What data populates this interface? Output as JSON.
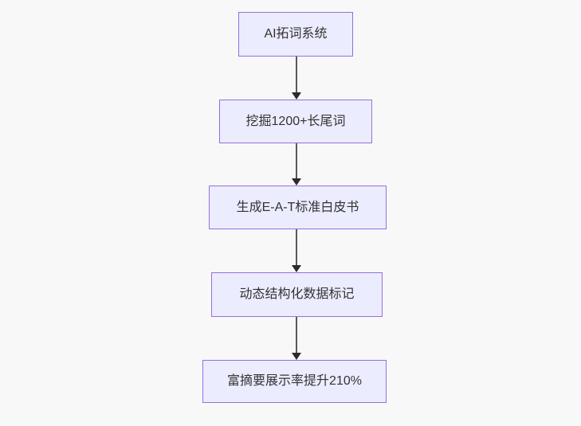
{
  "diagram": {
    "type": "flowchart-top-down",
    "nodes": [
      {
        "label": "AI拓词系统"
      },
      {
        "label": "挖掘1200+长尾词"
      },
      {
        "label": "生成E-A-T标准白皮书"
      },
      {
        "label": "动态结构化数据标记"
      },
      {
        "label": "富摘要展示率提升210%"
      }
    ],
    "edges": [
      {
        "from": 0,
        "to": 1
      },
      {
        "from": 1,
        "to": 2
      },
      {
        "from": 2,
        "to": 3
      },
      {
        "from": 3,
        "to": 4
      }
    ],
    "colors": {
      "background": "#f8f8f8",
      "node_fill": "#ECECFF",
      "node_border": "#9370DB",
      "text": "#333333",
      "arrow_line": "#5a5a5a",
      "arrow_head": "#2b2b2b"
    }
  }
}
